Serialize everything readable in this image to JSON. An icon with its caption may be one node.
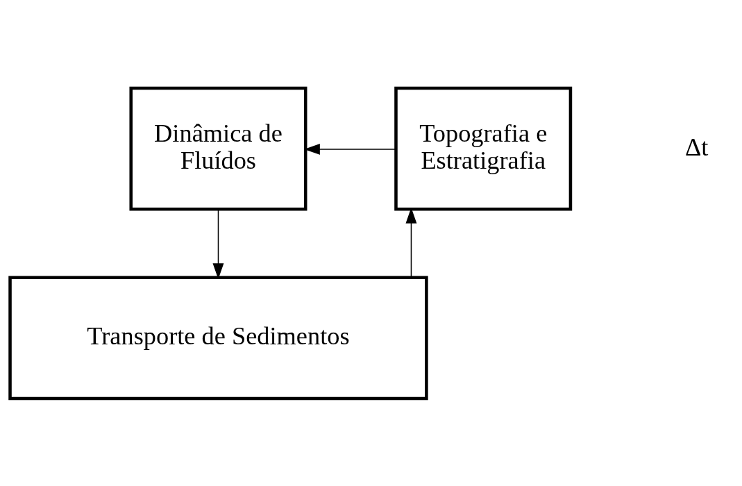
{
  "diagram": {
    "nodes": [
      {
        "text": [
          "Dinâmica de Fluídos"
        ]
      },
      {
        "text": [
          "Topografia e Estratigrafia"
        ]
      },
      {
        "text": [
          "Transporte de Sedimentos"
        ]
      }
    ],
    "edges": [
      {
        "from": 0,
        "to": 2,
        "arrow": "to"
      },
      {
        "from": 2,
        "to": 1,
        "arrow": "to"
      },
      {
        "from": 1,
        "to": 0,
        "arrow": "to"
      }
    ],
    "labels": [
      "Δt"
    ]
  }
}
